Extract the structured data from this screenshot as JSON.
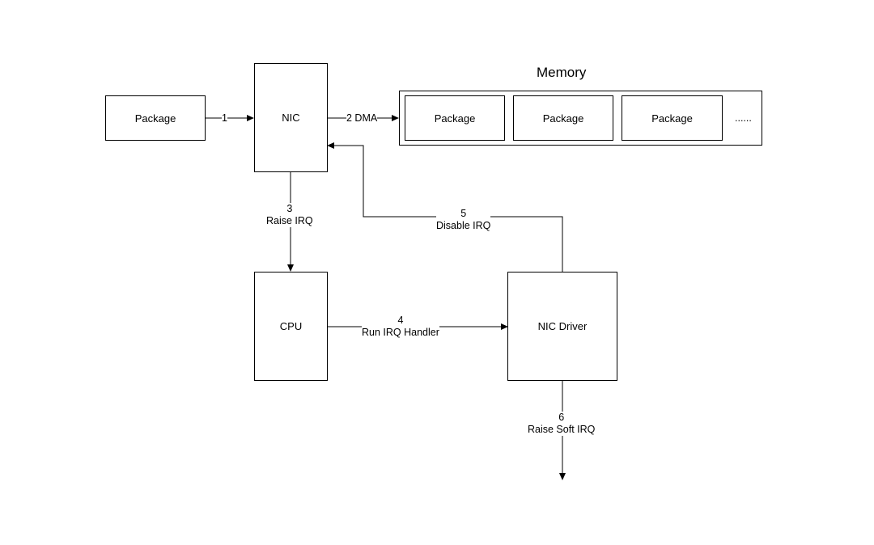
{
  "memory": {
    "title": "Memory",
    "slots": [
      "Package",
      "Package",
      "Package"
    ],
    "ellipsis": "......"
  },
  "nodes": {
    "input_package": "Package",
    "nic": "NIC",
    "cpu": "CPU",
    "nic_driver": "NIC Driver"
  },
  "edges": {
    "e1": {
      "num": "1",
      "text": ""
    },
    "e2": {
      "num": "2 DMA",
      "text": ""
    },
    "e3": {
      "num": "3",
      "text": "Raise IRQ"
    },
    "e4": {
      "num": "4",
      "text": "Run IRQ Handler"
    },
    "e5": {
      "num": "5",
      "text": "Disable IRQ"
    },
    "e6": {
      "num": "6",
      "text": "Raise Soft IRQ"
    }
  }
}
